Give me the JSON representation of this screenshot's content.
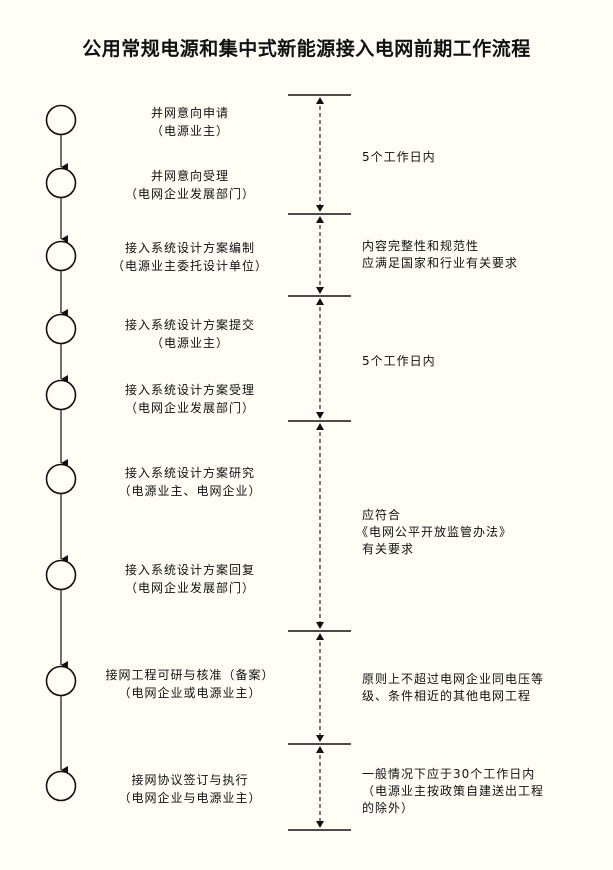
{
  "title": "公用常规电源和集中式新能源接入电网前期工作流程",
  "steps": [
    {
      "name": "并网意向申请",
      "party": "（电源业主）"
    },
    {
      "name": "并网意向受理",
      "party": "（电网企业发展部门）"
    },
    {
      "name": "接入系统设计方案编制",
      "party": "（电源业主委托设计单位）"
    },
    {
      "name": "接入系统设计方案提交",
      "party": "（电源业主）"
    },
    {
      "name": "接入系统设计方案受理",
      "party": "（电网企业发展部门）"
    },
    {
      "name": "接入系统设计方案研究",
      "party": "（电源业主、电网企业）"
    },
    {
      "name": "接入系统设计方案回复",
      "party": "（电网企业发展部门）"
    },
    {
      "name": "接网工程可研与核准（备案）",
      "party": "（电网企业或电源业主）"
    },
    {
      "name": "接网协议签订与执行",
      "party": "（电网企业与电源业主）"
    }
  ],
  "notes": [
    {
      "lines": [
        "5个工作日内"
      ]
    },
    {
      "lines": [
        "内容完整性和规范性",
        "应满足国家和行业有关要求"
      ]
    },
    {
      "lines": [
        "5个工作日内"
      ]
    },
    {
      "lines": [
        "应符合",
        "《电网公平开放监管办法》",
        "有关要求"
      ]
    },
    {
      "lines": [
        "原则上不超过电网企业同电压等",
        "级、条件相近的其他电网工程"
      ]
    },
    {
      "lines": [
        "一般情况下应于30个工作日内",
        "（电源业主按政策自建送出工程",
        "的除外）"
      ]
    }
  ]
}
